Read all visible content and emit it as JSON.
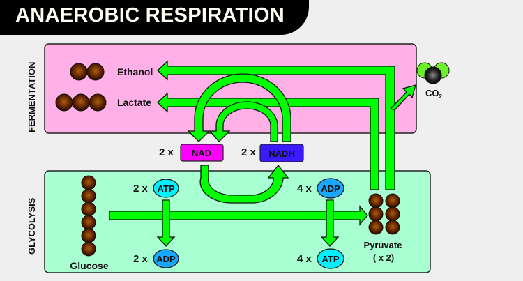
{
  "title": "ANAEROBIC RESPIRATION",
  "sections": {
    "fermentation": {
      "label": "FERMENTATION",
      "bg_color": "#ffb0e6",
      "products": [
        {
          "name": "Ethanol",
          "carbons": 2
        },
        {
          "name": "Lactate",
          "carbons": 3
        }
      ],
      "co2": {
        "label": "CO",
        "subscript": "2"
      }
    },
    "glycolysis": {
      "label": "GLYCOLYSIS",
      "bg_color": "#a8ffd1",
      "glucose": {
        "name": "Glucose",
        "carbons": 6
      },
      "pyruvate": {
        "name": "Pyruvate",
        "count_label": "( x 2)",
        "carbons": 3,
        "count": 2
      },
      "energy": {
        "atp_in": {
          "multiplier": "2 x",
          "molecule": "ATP"
        },
        "adp_out": {
          "multiplier": "2 x",
          "molecule": "ADP"
        },
        "adp_in": {
          "multiplier": "4 x",
          "molecule": "ADP"
        },
        "atp_out": {
          "multiplier": "4 x",
          "molecule": "ATP"
        }
      }
    }
  },
  "cofactors": {
    "nad": {
      "multiplier": "2 x",
      "label": "NAD",
      "color": "#ff00ff"
    },
    "nadh": {
      "multiplier": "2 x",
      "label": "NADH",
      "color": "#3b1aff"
    }
  },
  "colors": {
    "arrow": "#00ff00",
    "atp": "#00f0ff",
    "adp": "#1aa7ff",
    "carbon": "#6b2a00",
    "oxygen": "#6cf02a"
  }
}
